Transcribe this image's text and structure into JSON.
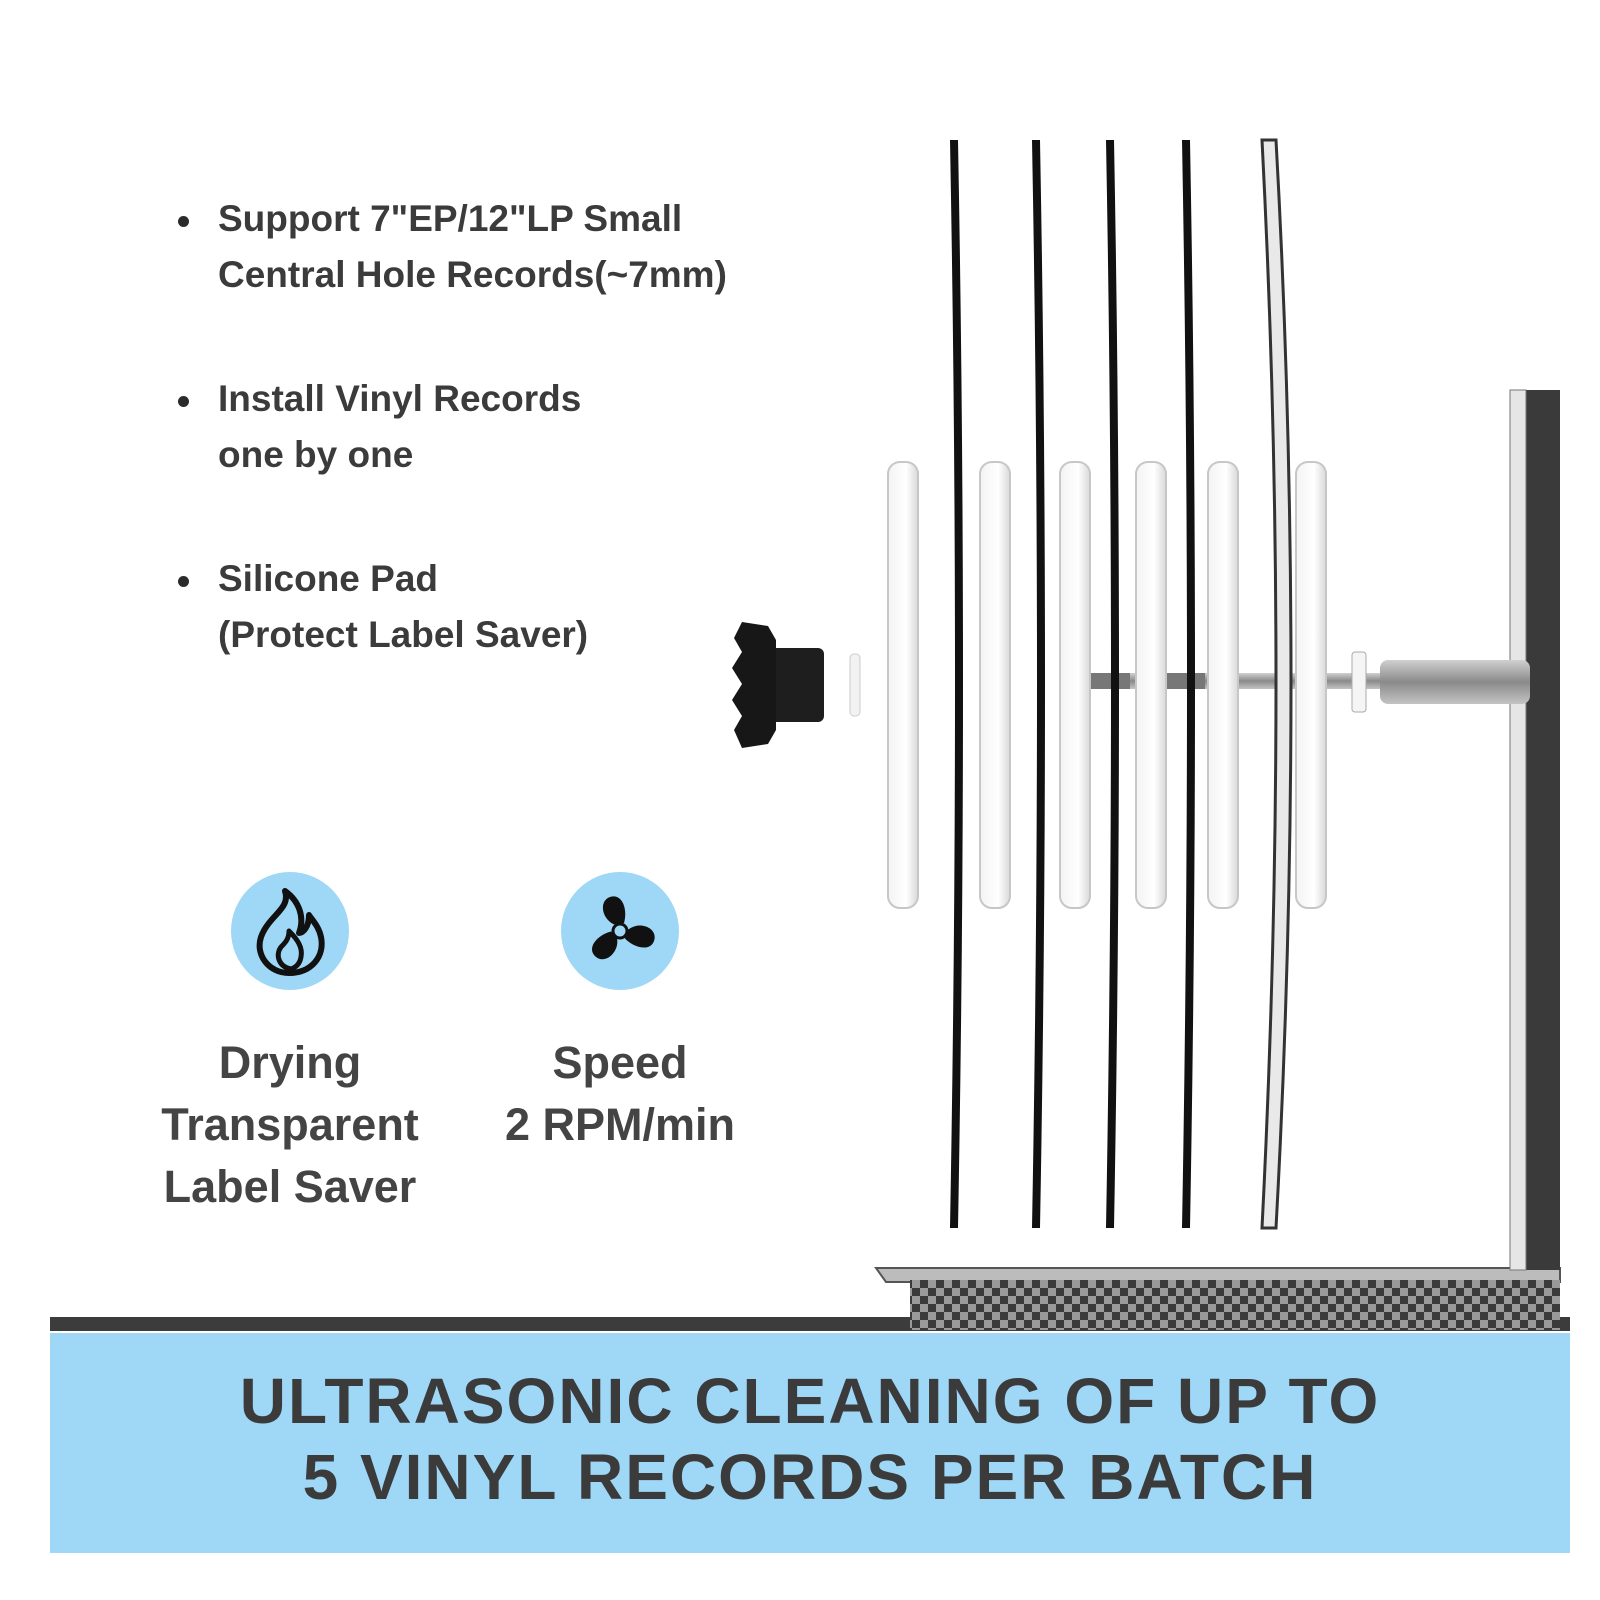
{
  "bullets": [
    {
      "lines": [
        "Support 7\"EP/12\"LP Small",
        "Central Hole Records(~7mm)"
      ]
    },
    {
      "lines": [
        "Install Vinyl Records",
        "one by one"
      ]
    },
    {
      "lines": [
        "Silicone Pad",
        "(Protect Label Saver)"
      ]
    }
  ],
  "features": [
    {
      "icon": "flame-icon",
      "lines": [
        "Drying",
        "Transparent",
        "Label Saver"
      ]
    },
    {
      "icon": "fan-icon",
      "lines": [
        "Speed",
        "2 RPM/min"
      ]
    }
  ],
  "banner": {
    "lines": [
      "ULTRASONIC CLEANING OF UP TO",
      "5 VINYL RECORDS PER BATCH"
    ]
  },
  "colors": {
    "accent": "#9fd7f7",
    "text": "#3b3b3b",
    "dark": "#2b2b2b"
  }
}
